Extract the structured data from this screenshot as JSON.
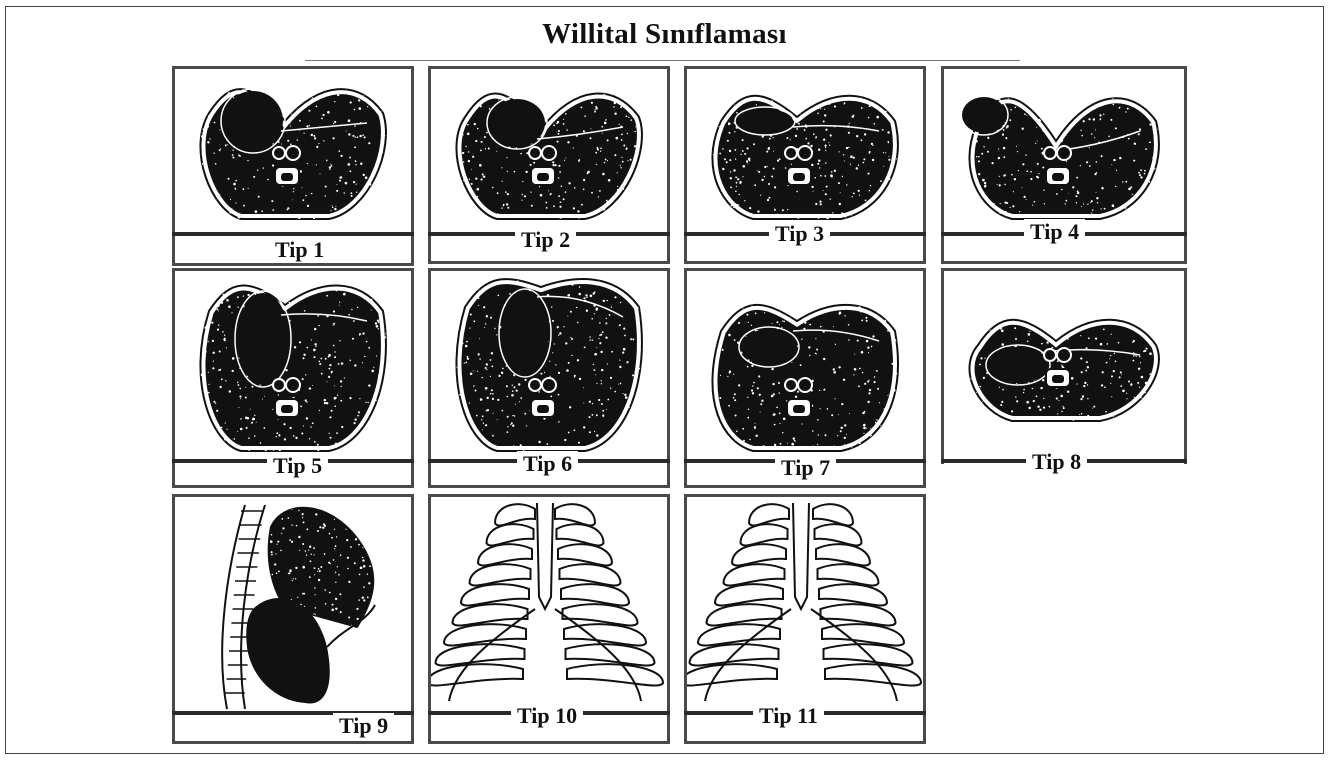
{
  "title": "Willital Sınıflaması",
  "panels": [
    {
      "label": "Tip 1",
      "view": "axial",
      "variant": 1
    },
    {
      "label": "Tip 2",
      "view": "axial",
      "variant": 2
    },
    {
      "label": "Tip 3",
      "view": "axial",
      "variant": 3
    },
    {
      "label": "Tip 4",
      "view": "axial",
      "variant": 4
    },
    {
      "label": "Tip 5",
      "view": "axial",
      "variant": 5
    },
    {
      "label": "Tip 6",
      "view": "axial",
      "variant": 6
    },
    {
      "label": "Tip 7",
      "view": "axial",
      "variant": 7
    },
    {
      "label": "Tip 8",
      "view": "axial",
      "variant": 8
    },
    {
      "label": "Tip 9",
      "view": "lateral",
      "variant": 9
    },
    {
      "label": "Tip 10",
      "view": "ribcage",
      "variant": 10
    },
    {
      "label": "Tip 11",
      "view": "ribcage",
      "variant": 11
    }
  ],
  "colors": {
    "ink": "#111111",
    "border": "#4a4a4a",
    "speckle": "#ffffff"
  }
}
